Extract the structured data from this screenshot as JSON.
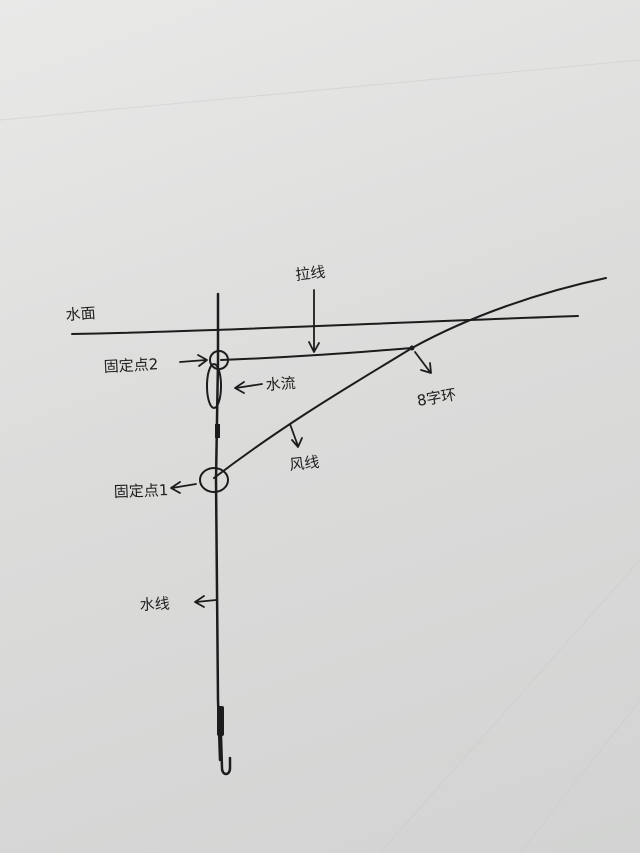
{
  "labels": {
    "water_surface": "水面",
    "pull_line": "拉线",
    "fixed_point_2": "固定点2",
    "water_flow": "水流",
    "figure8_ring": "8字环",
    "wind_line": "风线",
    "fixed_point_1": "固定点1",
    "main_line": "水线"
  },
  "colors": {
    "paper": "#dcdcdb",
    "ink": "#1c1c1c"
  }
}
